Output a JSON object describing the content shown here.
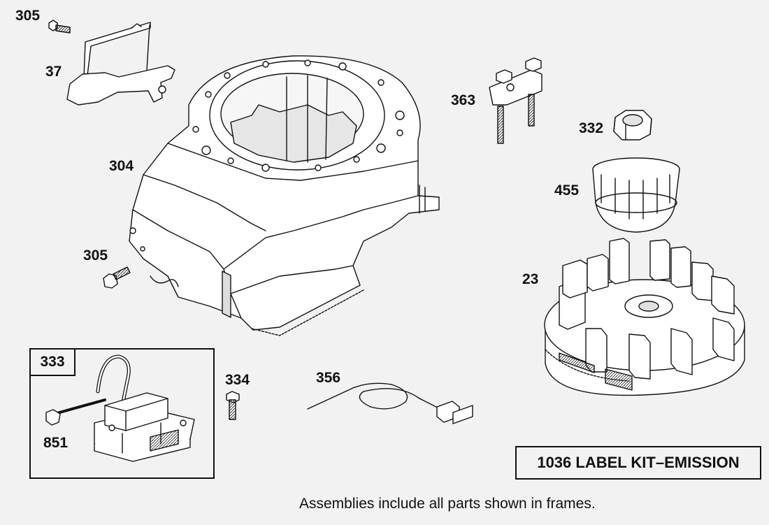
{
  "labels": {
    "p305_top": "305",
    "p37": "37",
    "p304": "304",
    "p305_mid": "305",
    "p363": "363",
    "p332": "332",
    "p455": "455",
    "p23": "23",
    "p333": "333",
    "p851": "851",
    "p334": "334",
    "p356": "356"
  },
  "kit_box": "1036 LABEL KIT–EMISSION",
  "footnote": "Assemblies include all parts shown in frames.",
  "colors": {
    "background": "#f2f2f2",
    "ink": "#111111",
    "fill": "#ffffff",
    "shade": "#c8c8c8"
  }
}
